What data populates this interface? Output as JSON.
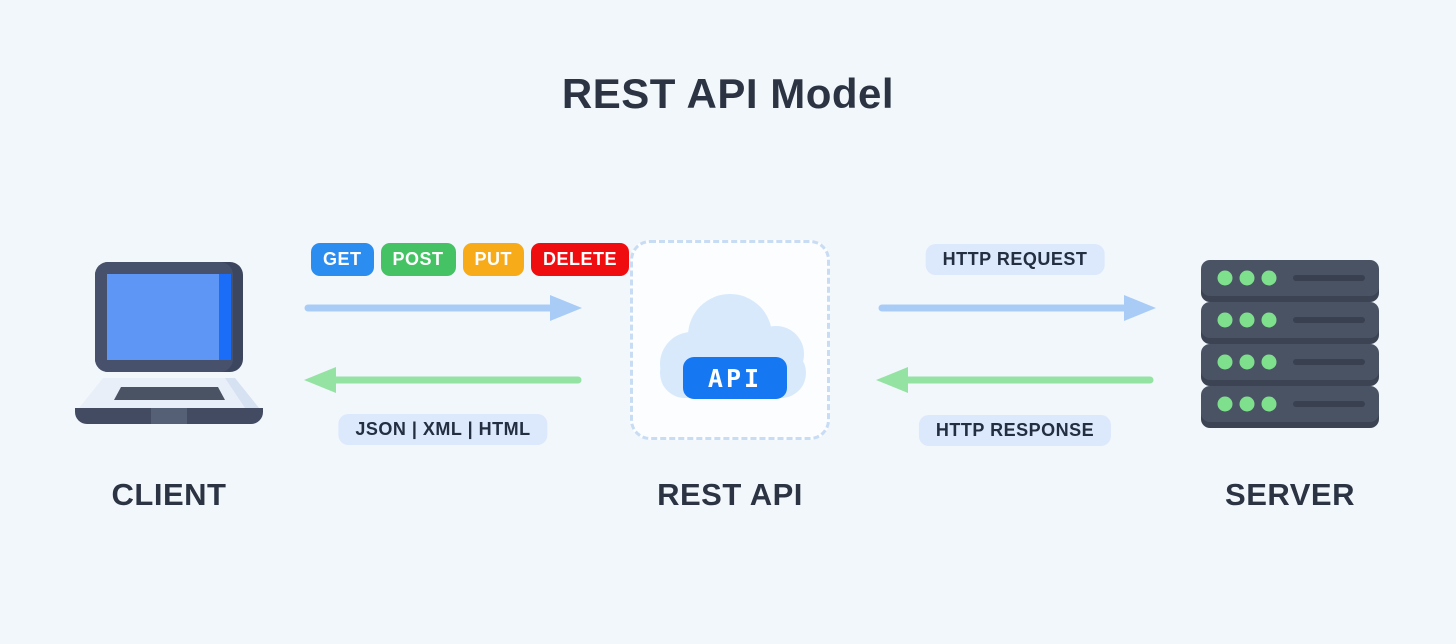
{
  "title": "REST API Model",
  "client": {
    "label": "CLIENT"
  },
  "rest_api": {
    "label": "REST API",
    "api_badge": "API"
  },
  "server": {
    "label": "SERVER"
  },
  "methods": [
    {
      "label": "GET",
      "color": "#2b8df0"
    },
    {
      "label": "POST",
      "color": "#45c364"
    },
    {
      "label": "PUT",
      "color": "#f8ab19"
    },
    {
      "label": "DELETE",
      "color": "#ef0d10"
    }
  ],
  "client_channel": {
    "formats_label": "JSON | XML | HTML"
  },
  "server_channel": {
    "request_label": "HTTP REQUEST",
    "response_label": "HTTP RESPONSE"
  },
  "colors": {
    "request_arrow": "#a9ccf7",
    "response_arrow": "#94e3a3",
    "label_pill_bg": "#dce8fc",
    "api_badge_bg": "#1677f3",
    "dark_text": "#2c3444",
    "background": "#f2f7fc"
  }
}
